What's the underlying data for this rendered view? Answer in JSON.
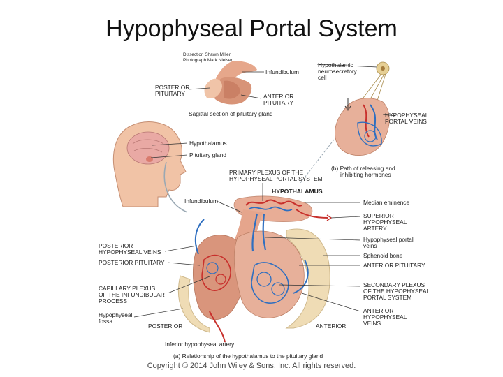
{
  "title": "Hypophyseal Portal System",
  "copyright": "Copyright © 2014 John Wiley & Sons, Inc. All rights reserved.",
  "colors": {
    "artery": "#c8302c",
    "vein": "#2f6fc0",
    "tissue": "#e7b09a",
    "bone": "#efdcb5"
  },
  "top_panel": {
    "credit_line1": "Dissection Shawn Miller,",
    "credit_line2": "Photograph Mark Nielsen",
    "infundibulum": "Infundibulum",
    "posterior_pituitary_1": "POSTERIOR",
    "posterior_pituitary_2": "PITUITARY",
    "anterior_pituitary_1": "ANTERIOR",
    "anterior_pituitary_2": "PITUITARY",
    "caption": "Sagittal section of pituitary gland"
  },
  "head_panel": {
    "hypothalamus": "Hypothalamus",
    "pituitary_gland": "Pituitary gland"
  },
  "panel_b": {
    "hypothalamic_1": "Hypothalamic",
    "hypothalamic_2": "neurosecretory",
    "hypothalamic_3": "cell",
    "portal_veins_1": "HYPOPHYSEAL",
    "portal_veins_2": "PORTAL VEINS",
    "caption_1": "(b) Path of releasing and",
    "caption_2": "inhibiting hormones"
  },
  "panel_a": {
    "primary_plexus_1": "PRIMARY PLEXUS OF THE",
    "primary_plexus_2": "HYPOPHYSEAL PORTAL SYSTEM",
    "hypothalamus": "HYPOTHALAMUS",
    "infundibulum": "Infundibulum",
    "median_eminence": "Median eminence",
    "superior_artery_1": "SUPERIOR",
    "superior_artery_2": "HYPOPHYSEAL",
    "superior_artery_3": "ARTERY",
    "portal_veins_1": "Hypophyseal portal",
    "portal_veins_2": "veins",
    "sphenoid_bone": "Sphenoid bone",
    "anterior_pituitary": "ANTERIOR PITUITARY",
    "secondary_plexus_1": "SECONDARY PLEXUS",
    "secondary_plexus_2": "OF THE HYPOPHYSEAL",
    "secondary_plexus_3": "PORTAL SYSTEM",
    "anterior_veins_1": "ANTERIOR",
    "anterior_veins_2": "HYPOPHYSEAL",
    "anterior_veins_3": "VEINS",
    "posterior_veins_1": "POSTERIOR",
    "posterior_veins_2": "HYPOPHYSEAL VEINS",
    "posterior_pituitary": "POSTERIOR PITUITARY",
    "capillary_plexus_1": "CAPILLARY PLEXUS",
    "capillary_plexus_2": "OF THE INFUNDIBULAR",
    "capillary_plexus_3": "PROCESS",
    "fossa_1": "Hypophyseal",
    "fossa_2": "fossa",
    "posterior": "POSTERIOR",
    "anterior": "ANTERIOR",
    "inferior_artery": "Inferior hypophyseal artery",
    "caption": "(a) Relationship of the hypothalamus to the pituitary gland"
  }
}
